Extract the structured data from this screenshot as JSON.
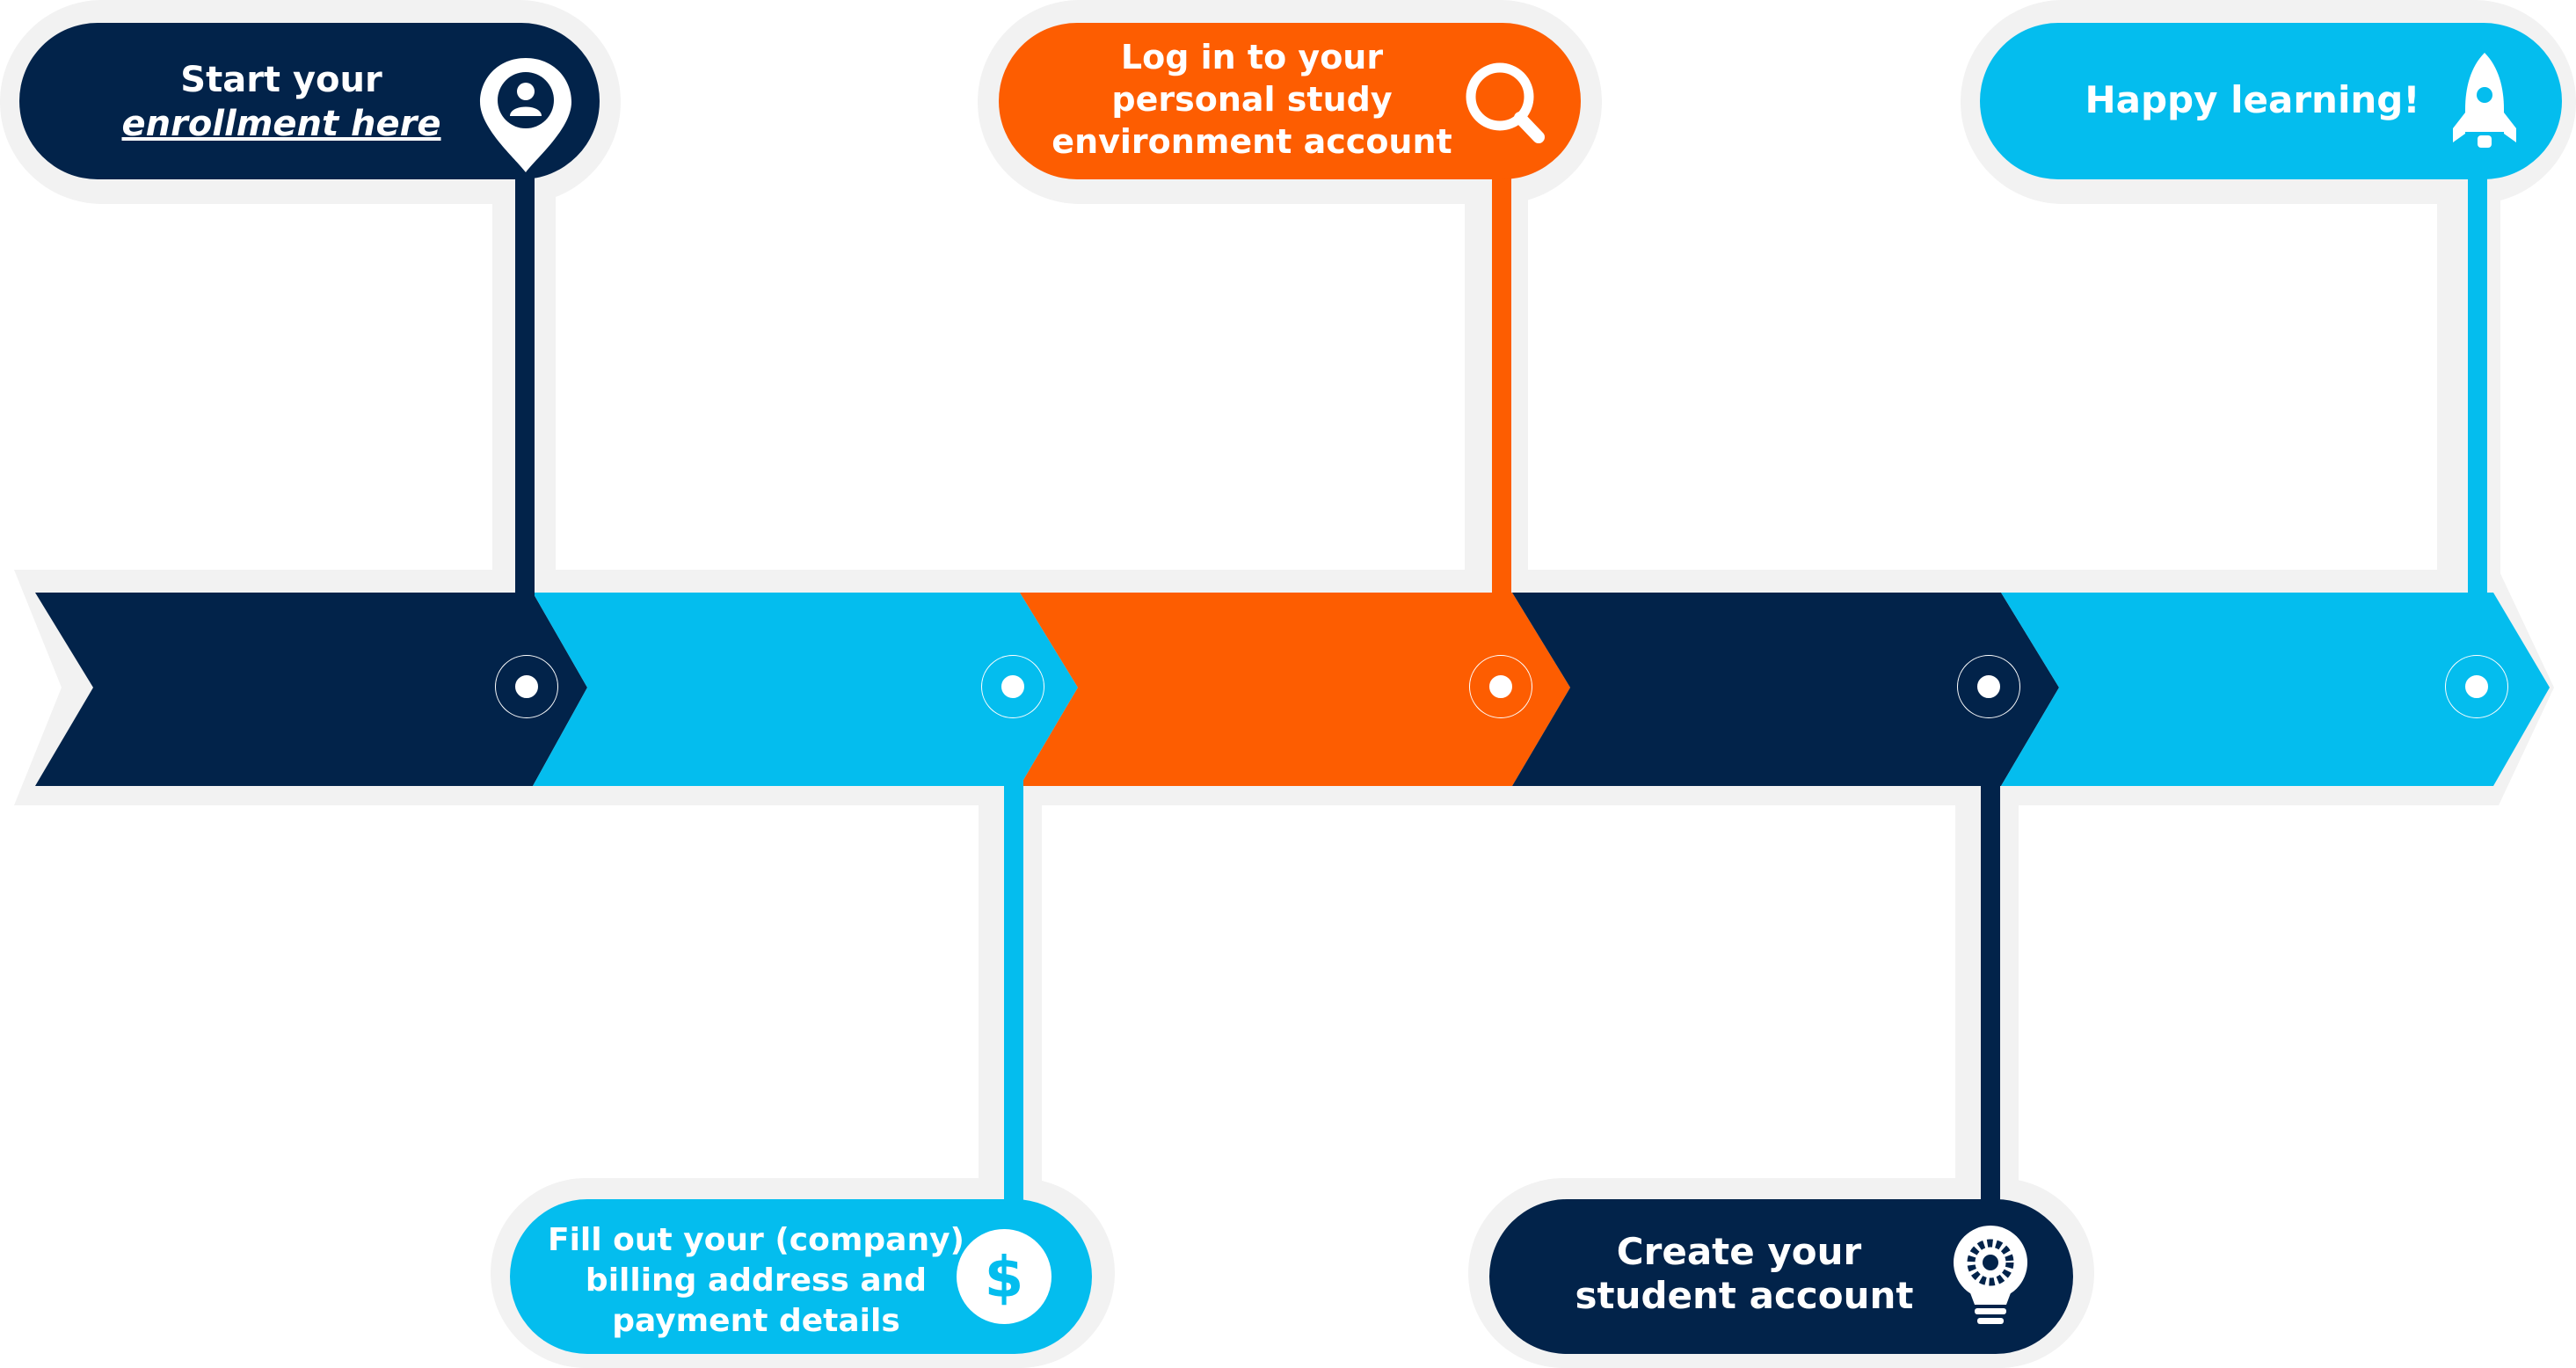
{
  "steps": [
    {
      "id": "start-enrollment",
      "text_line1": "Start your",
      "link_text": "enrollment here",
      "icon": "location-pin-user-icon",
      "color": "#02234a",
      "position": "top"
    },
    {
      "id": "billing",
      "lines": [
        "Fill out your (company)",
        "billing address and",
        "payment details"
      ],
      "icon": "dollar-icon",
      "color": "#04bdee",
      "position": "bottom"
    },
    {
      "id": "login",
      "lines": [
        "Log in to your",
        "personal study",
        "environment account"
      ],
      "icon": "search-icon",
      "color": "#fd5d01",
      "position": "top"
    },
    {
      "id": "create-account",
      "lines": [
        "Create your",
        "student account"
      ],
      "icon": "lightbulb-gear-icon",
      "color": "#02234a",
      "position": "bottom"
    },
    {
      "id": "happy-learning",
      "lines": [
        "Happy learning!"
      ],
      "icon": "rocket-icon",
      "color": "#04bdee",
      "position": "top"
    }
  ],
  "colors": {
    "navy": "#02234a",
    "cyan": "#04bdee",
    "orange": "#fd5d01",
    "outline": "#f2f2f2"
  }
}
